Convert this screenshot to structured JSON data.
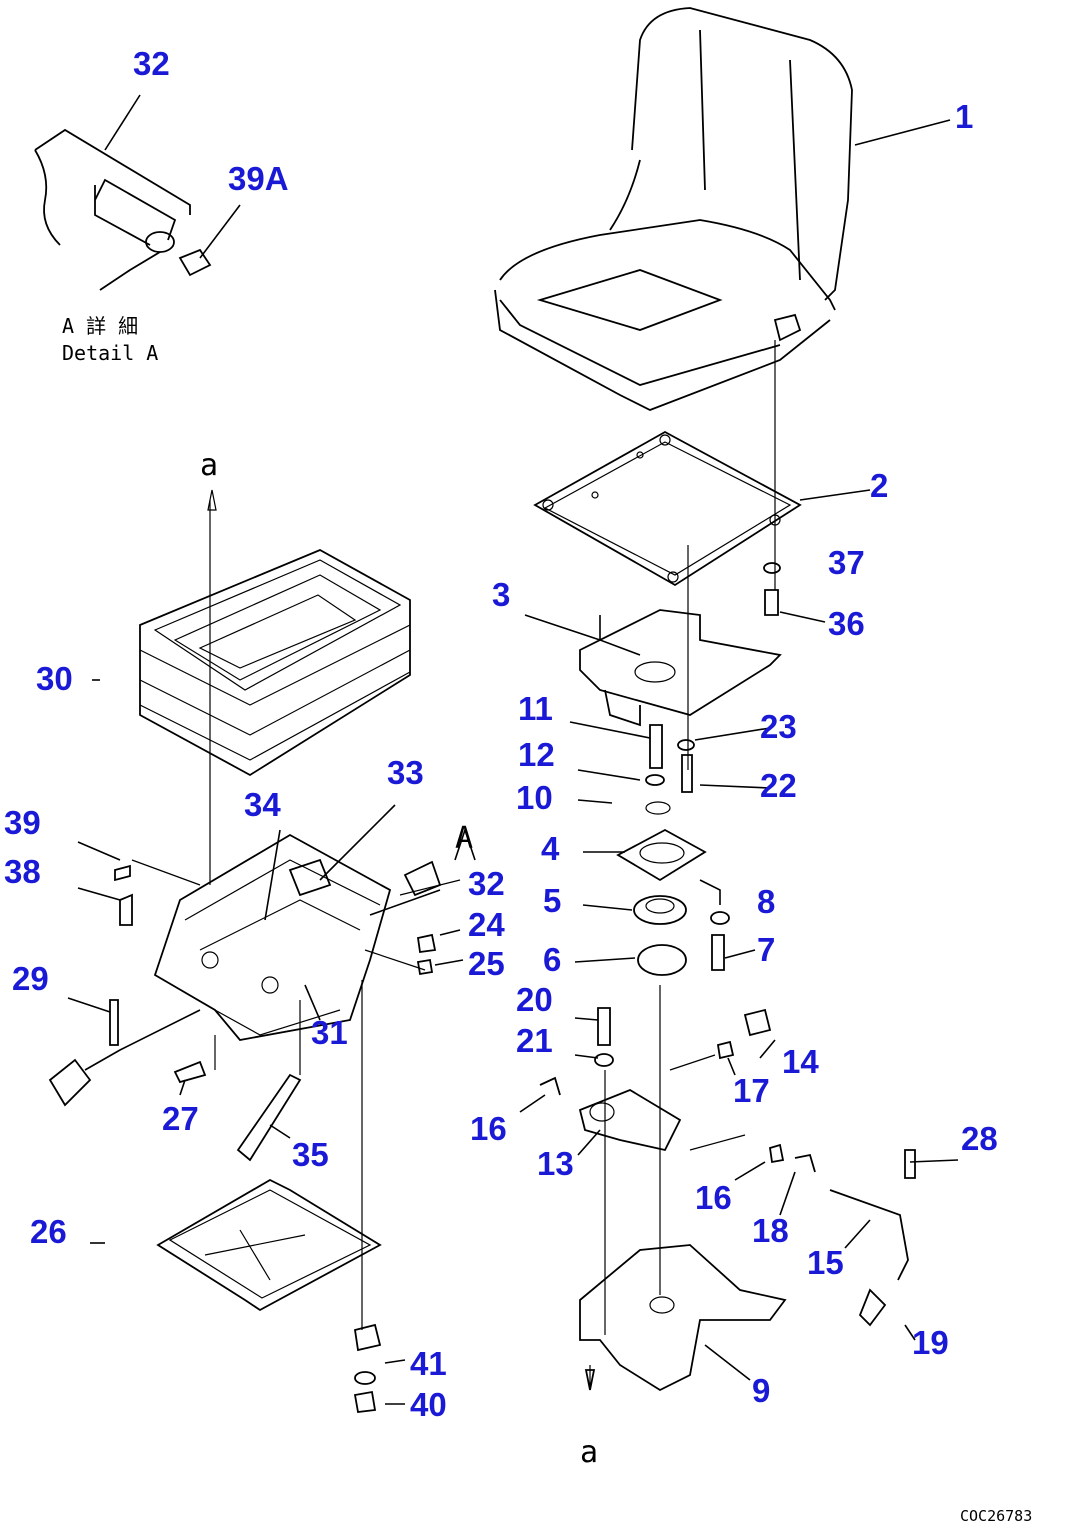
{
  "labels": {
    "p1": "1",
    "p2": "2",
    "p3": "3",
    "p4": "4",
    "p5": "5",
    "p6": "6",
    "p7": "7",
    "p8": "8",
    "p9": "9",
    "p10": "10",
    "p11": "11",
    "p12": "12",
    "p13": "13",
    "p14": "14",
    "p15": "15",
    "p16a": "16",
    "p16b": "16",
    "p17": "17",
    "p18": "18",
    "p19": "19",
    "p20": "20",
    "p21": "21",
    "p22": "22",
    "p23": "23",
    "p24": "24",
    "p25": "25",
    "p26": "26",
    "p27": "27",
    "p28": "28",
    "p29": "29",
    "p30": "30",
    "p31": "31",
    "p32a": "32",
    "p32b": "32",
    "p33": "33",
    "p34": "34",
    "p35": "35",
    "p36": "36",
    "p37": "37",
    "p38": "38",
    "p39": "39",
    "p39a": "39A",
    "p40": "40",
    "p41": "41"
  },
  "detail": {
    "jp": "A 詳 細",
    "en": "Detail A"
  },
  "section_top": "a",
  "section_bottom": "a",
  "detail_marker": "A",
  "drawing_code": "COC26783",
  "colors": {
    "label": "#1a1ad6",
    "line": "#000000"
  }
}
